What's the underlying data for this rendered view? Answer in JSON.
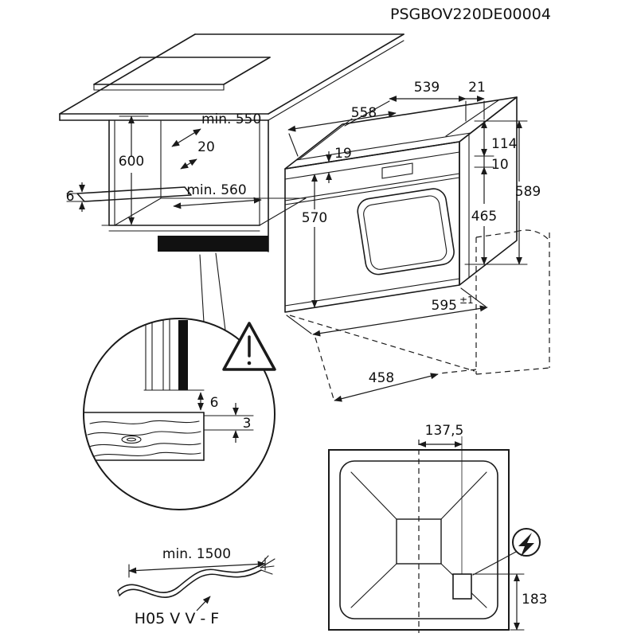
{
  "part_number": "PSGBOV220DE00004",
  "cabinet": {
    "niche_depth": "min. 550",
    "niche_height": "600",
    "rear_gap": "20",
    "front_strip_thickness": "6",
    "niche_width": "min. 560"
  },
  "oven": {
    "body_width": "558",
    "body_depth": "539",
    "door_thickness": "21",
    "top_trim_height": "19",
    "front_height": "570",
    "upper_section_height": "114",
    "mid_gap": "10",
    "door_height": "465",
    "total_height": "589",
    "front_width": "595",
    "front_width_tolerance": "±1",
    "open_door_clearance": "458"
  },
  "detail": {
    "upper_gap": "6",
    "lower_gap": "3"
  },
  "cable": {
    "min_length": "min. 1500",
    "cable_type": "H05 V V - F"
  },
  "rear_view": {
    "connection_offset": "137,5",
    "connection_height": "183"
  }
}
